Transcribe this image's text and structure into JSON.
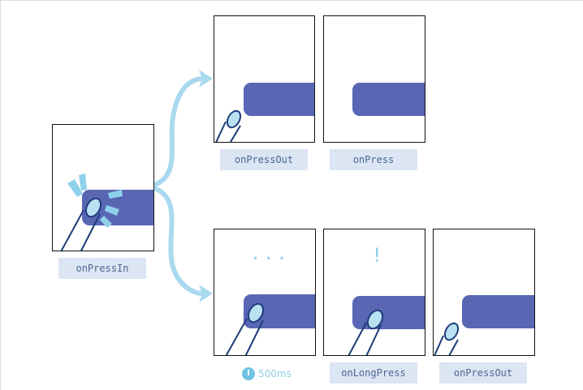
{
  "colors": {
    "accent": "#5866b4",
    "finger_fill": "#b8e2f2",
    "finger_stroke": "#1d3b7a",
    "arrow": "#a9d9ee",
    "label_bg": "#dbe5f4",
    "label_text": "#4d6691"
  },
  "panels": [
    {
      "id": "press-in",
      "label": "onPressIn"
    },
    {
      "id": "release",
      "label": "onPressOut"
    },
    {
      "id": "press",
      "label": "onPress"
    },
    {
      "id": "hold",
      "indicator": "...",
      "timer": "500ms"
    },
    {
      "id": "long-press",
      "indicator": "!",
      "label": "onLongPress"
    },
    {
      "id": "release-after-long",
      "label": "onPressOut"
    }
  ],
  "icons": [
    "finger-icon",
    "clock-icon",
    "curved-arrow-icon",
    "tap-burst-icon"
  ]
}
